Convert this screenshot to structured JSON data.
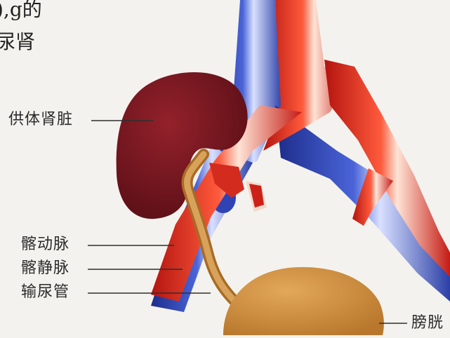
{
  "header": {
    "line1": "),g的",
    "line2": "尿肾"
  },
  "labels": {
    "donor_kidney": "供体肾脏",
    "iliac_artery": "髂动脉",
    "iliac_vein": "髂静脉",
    "ureter": "输尿管",
    "bladder": "膀胱"
  },
  "colors": {
    "kidney": "#7b1721",
    "artery": "#d8221b",
    "vein": "#2b3fa6",
    "ureter": "#c8893a",
    "bladder": "#c98b38",
    "background": "#f4f2ee"
  }
}
